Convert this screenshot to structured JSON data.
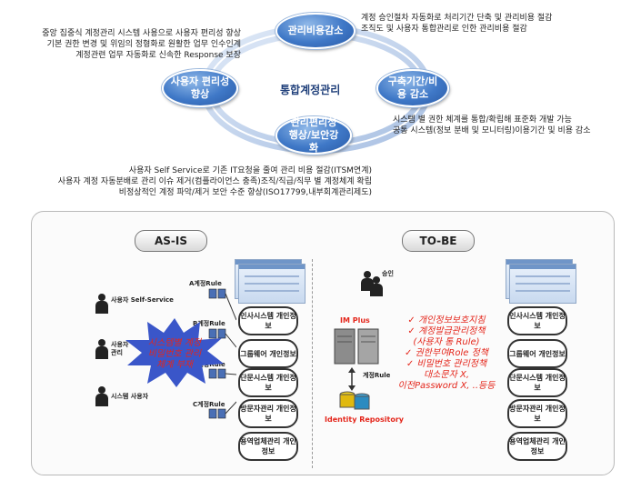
{
  "top": {
    "center": "통합계정관리",
    "bubbles": {
      "top": "관리비용감소",
      "left": "사용자 편리성 향상",
      "right": "구축기간/비용 감소",
      "bottom": "관리편리성 행상/보안강화"
    },
    "text_left": [
      "중앙 집중식 계정관리 시스템 사용으로 사용자 편리성 향상",
      "기본 권한 변경 및 위임의 정형화로 원활한 업무 인수인계",
      "계정관련 업무 자동화로 신속한 Response 보장"
    ],
    "text_top_right": [
      "계정 승인절차 자동화로 처리기간 단축 및 관리비용 절감",
      "조직도 및 사용자 통합관리로 인한 관리비용 절감"
    ],
    "text_right": [
      "시스템 별 권한 체계를  통합/확립해 표준화 개발 가능",
      "공통 시스템(정보 분배 및 모니터링)이용기간 및 비용 감소"
    ],
    "text_bottom": [
      "사용자 Self Service로 기존 IT요청을 줄여 관리 비용 절감(ITSM연계)",
      "사용자 계정 자동분배로 관리 이슈 제거(컴플라이언스 충족)조직/직급/직무 별 계정체계 확립",
      "비정상적인 계정 파악/제거 보안 수준 향상(ISO17799,내부회계관리제도)"
    ]
  },
  "asis": {
    "label": "AS-IS",
    "users": [
      "사용자 Self-Service",
      "사용자 관리",
      "시스템 사용자"
    ],
    "rules": [
      "A계정Rule",
      "B계정Rule",
      "B계정Rule",
      "C계정Rule"
    ],
    "problem": [
      "시스템별 계정",
      "비밀번호 관리",
      "체계 부재"
    ],
    "systems": [
      "인사시스템 개인정보",
      "그룹웨어 개인정보",
      "단문시스템 개인정보",
      "방문자관리 개인정보",
      "용역업체관리 개인정보"
    ]
  },
  "tobe": {
    "label": "TO-BE",
    "approval": "승인",
    "imp": "IM Plus",
    "rule": "계정Rule",
    "repo": "Identity Repository",
    "policies": [
      "✓ 개인정보보호지침",
      "✓ 계정발급관리정책",
      "(사용자 통 Rule)",
      "✓ 권한부여Role 정책",
      "✓ 비밀번호 관리정책",
      "대소문자 X,",
      "이전Password X, ..등등"
    ],
    "systems": [
      "인사시스템 개인정보",
      "그룹웨어 개인정보",
      "단문시스템 개인정보",
      "방문자관리 개인정보",
      "용역업체관리 개인정보"
    ]
  },
  "colors": {
    "bubble": "#3f78c7",
    "red": "#e4261b",
    "star": "#3a56c9"
  }
}
